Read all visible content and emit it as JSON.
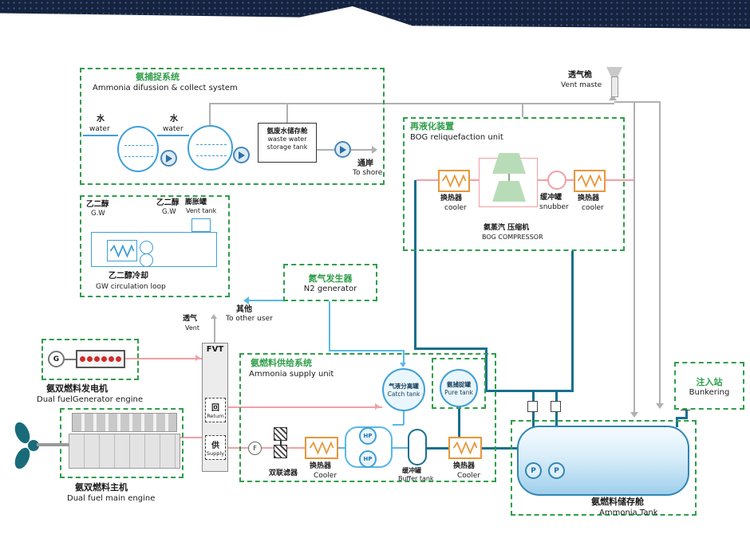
{
  "colors": {
    "green": "#2f9e49",
    "teal": "#186f8e",
    "pink": "#f0a0a6",
    "light_blue": "#5ab7e8",
    "blue": "#3f9fd8",
    "orange": "#e8973a"
  },
  "collect_system": {
    "title_cn": "氨捕捉系统",
    "title_en": "Ammonia difussion & collect system",
    "water1_cn": "水",
    "water1_en": "water",
    "water2_cn": "水",
    "water2_en": "water",
    "storage_cn": "氨废水储存舱",
    "storage_en": "waste water storage tank",
    "to_shore_cn": "通岸",
    "to_shore_en": "To shore"
  },
  "gw_loop": {
    "gw1_cn": "乙二醇",
    "gw1_en": "G.W",
    "gw2_cn": "乙二醇",
    "gw2_en": "G.W",
    "vent_tank_cn": "膨胀罐",
    "vent_tank_en": "Vent tank",
    "title_cn": "乙二醇冷却",
    "title_en": "GW circulation loop"
  },
  "n2_generator": {
    "title_cn": "氮气发生器",
    "title_en": "N2 generator",
    "other_cn": "其他",
    "other_en": "To other user"
  },
  "bog_unit": {
    "title_cn": "再液化装置",
    "title_en": "BOG reliquefaction unit",
    "cooler_left_cn": "换热器",
    "cooler_left_en": "cooler",
    "compressor_cn": "氨蒸汽 压缩机",
    "compressor_en": "BOG COMPRESSOR",
    "snubber_cn": "缓冲罐",
    "snubber_en": "snubber",
    "cooler_right_cn": "换热器",
    "cooler_right_en": "cooler"
  },
  "vent_mast": {
    "cn": "透气桅",
    "en": "Vent maste"
  },
  "fvt": {
    "name": "FVT",
    "vent_cn": "透气",
    "vent_en": "Vent",
    "return_cn": "回",
    "return_en": "Return",
    "supply_cn": "供",
    "supply_en": "Supply"
  },
  "generator": {
    "g": "G",
    "label_cn": "氨双燃料发电机",
    "label_en": "Dual fuelGenerator engine"
  },
  "main_engine": {
    "label_cn": "氨双燃料主机",
    "label_en": "Dual fuel main engine"
  },
  "supply_unit": {
    "title_cn": "氨燃料供给系统",
    "title_en": "Ammonia supply unit",
    "catch_cn": "气液分离罐",
    "catch_en": "Catch tank",
    "pure_cn": "氨捕捉罐",
    "pure_en": "Pure tank",
    "flowmeter": "F",
    "filter_cn": "双联滤器",
    "cooler_left_cn": "换热器",
    "cooler_left_en": "Cooler",
    "hp": "HP",
    "buffer_cn": "缓冲罐",
    "buffer_en": "Buffer tank",
    "cooler_right_cn": "换热器",
    "cooler_right_en": "Cooler"
  },
  "ammonia_tank": {
    "label_cn": "氨燃料储存舱",
    "label_en": "Ammonia Tank",
    "pump": "P"
  },
  "bunkering": {
    "cn": "注入站",
    "en": "Bunkering"
  }
}
